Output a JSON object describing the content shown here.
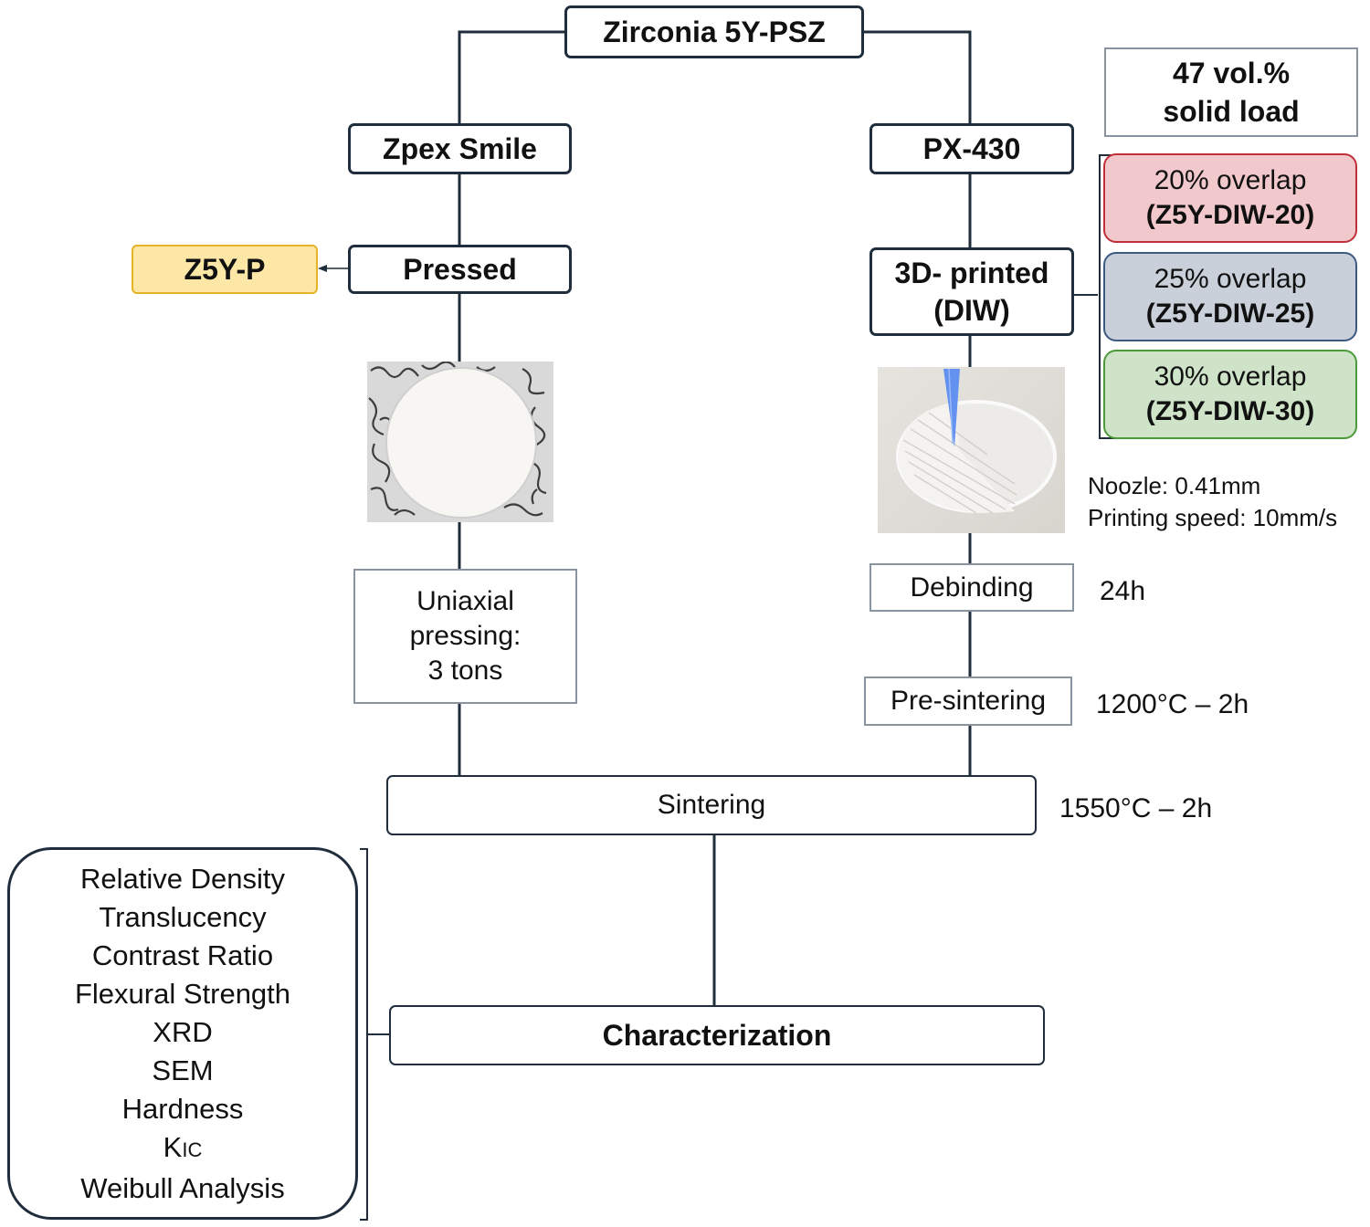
{
  "colors": {
    "line": "#1f2d3d",
    "z5yp_fill": "#fde7a7",
    "z5yp_border": "#e6b323",
    "overlap20_fill": "#f1c8cb",
    "overlap20_border": "#c0303a",
    "overlap25_fill": "#c9d0d9",
    "overlap25_border": "#3d5a80",
    "overlap30_fill": "#cfe3c8",
    "overlap30_border": "#4d9a3a"
  },
  "top": {
    "title": "Zirconia 5Y-PSZ"
  },
  "solid_load": {
    "line1": "47 vol.%",
    "line2": "solid load"
  },
  "left_branch": {
    "material": "Zpex Smile",
    "process": "Pressed",
    "sample_code": "Z5Y-P",
    "pressing_line1": "Uniaxial",
    "pressing_line2": "pressing:",
    "pressing_line3": "3 tons",
    "photo_icon": "pressed-disc-photo"
  },
  "right_branch": {
    "material": "PX-430",
    "process_line1": "3D- printed",
    "process_line2": "(DIW)",
    "photo_icon": "diw-printing-photo",
    "nozzle": "Noozle: 0.41mm",
    "speed": "Printing speed: 10mm/s",
    "debinding": "Debinding",
    "debinding_time": "24h",
    "presintering": "Pre-sintering",
    "presintering_cond": "1200°C – 2h",
    "overlaps": [
      {
        "label": "20% overlap",
        "code": "(Z5Y-DIW-20)"
      },
      {
        "label": "25% overlap",
        "code": "(Z5Y-DIW-25)"
      },
      {
        "label": "30% overlap",
        "code": "(Z5Y-DIW-30)"
      }
    ]
  },
  "sintering": {
    "label": "Sintering",
    "cond": "1550°C – 2h"
  },
  "characterization": {
    "label": "Characterization",
    "methods": [
      "Relative Density",
      "Translucency",
      "Contrast Ratio",
      "Flexural Strength",
      "XRD",
      "SEM",
      "Hardness",
      "Weibull Analysis"
    ],
    "kic_main": "K",
    "kic_sub": "IC"
  }
}
